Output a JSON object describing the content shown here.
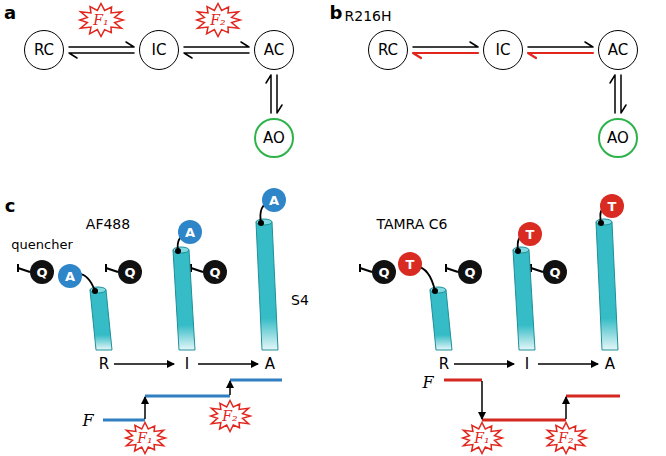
{
  "diagram": {
    "nodes": [
      {
        "text": [
          "RC"
        ]
      },
      {
        "text": [
          "IC"
        ]
      },
      {
        "text": [
          "AC"
        ]
      },
      {
        "text": [
          "AO"
        ]
      },
      {
        "text": [
          "F₁"
        ]
      },
      {
        "text": [
          "F₂"
        ]
      },
      {
        "text": [
          "RC"
        ]
      },
      {
        "text": [
          "IC"
        ]
      },
      {
        "text": [
          "AC"
        ]
      },
      {
        "text": [
          "AO"
        ]
      },
      {
        "text": [
          "Q"
        ]
      },
      {
        "text": [
          "A"
        ]
      },
      {
        "text": [
          "Q"
        ]
      },
      {
        "text": [
          "A"
        ]
      },
      {
        "text": [
          "Q"
        ]
      },
      {
        "text": [
          "A"
        ]
      },
      {
        "text": [
          "F₁"
        ]
      },
      {
        "text": [
          "F₂"
        ]
      },
      {
        "text": [
          "Q"
        ]
      },
      {
        "text": [
          "T"
        ]
      },
      {
        "text": [
          "Q"
        ]
      },
      {
        "text": [
          "T"
        ]
      },
      {
        "text": [
          "Q"
        ]
      },
      {
        "text": [
          "T"
        ]
      },
      {
        "text": [
          "F₁"
        ]
      },
      {
        "text": [
          "F₂"
        ]
      }
    ],
    "edges": [
      {
        "from": 0,
        "to": 1,
        "arrow": "both"
      },
      {
        "from": 1,
        "to": 2,
        "arrow": "both"
      },
      {
        "from": 2,
        "to": 3,
        "arrow": "both"
      },
      {
        "from": 6,
        "to": 7,
        "arrow": "both"
      },
      {
        "from": 7,
        "to": 8,
        "arrow": "both"
      },
      {
        "from": 8,
        "to": 9,
        "arrow": "both"
      }
    ],
    "labels": [
      "a",
      "b",
      "R216H",
      "c",
      "quencher",
      "AF488",
      "S4",
      "R",
      "I",
      "A",
      "F",
      "TAMRA C6",
      "R",
      "I",
      "A",
      "F"
    ]
  }
}
